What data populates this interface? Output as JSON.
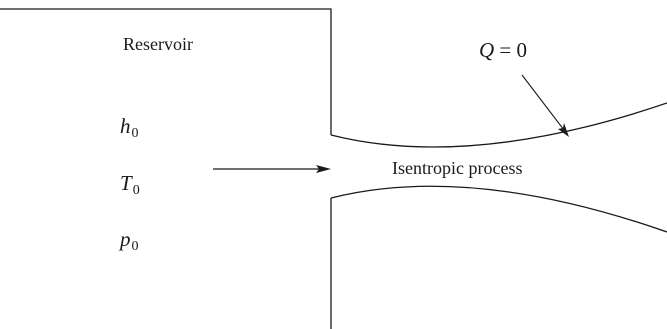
{
  "labels": {
    "reservoir": "Reservoir",
    "process": "Isentropic process",
    "h0": {
      "symbol": "h",
      "subscript": "0"
    },
    "T0": {
      "symbol": "T",
      "subscript": "0"
    },
    "p0": {
      "symbol": "p",
      "subscript": "0"
    },
    "heat": {
      "symbol": "Q",
      "relation": "=",
      "value": "0"
    }
  },
  "colors": {
    "line": "#1a1a1a",
    "text": "#1a1a1a",
    "background": "#ffffff"
  }
}
